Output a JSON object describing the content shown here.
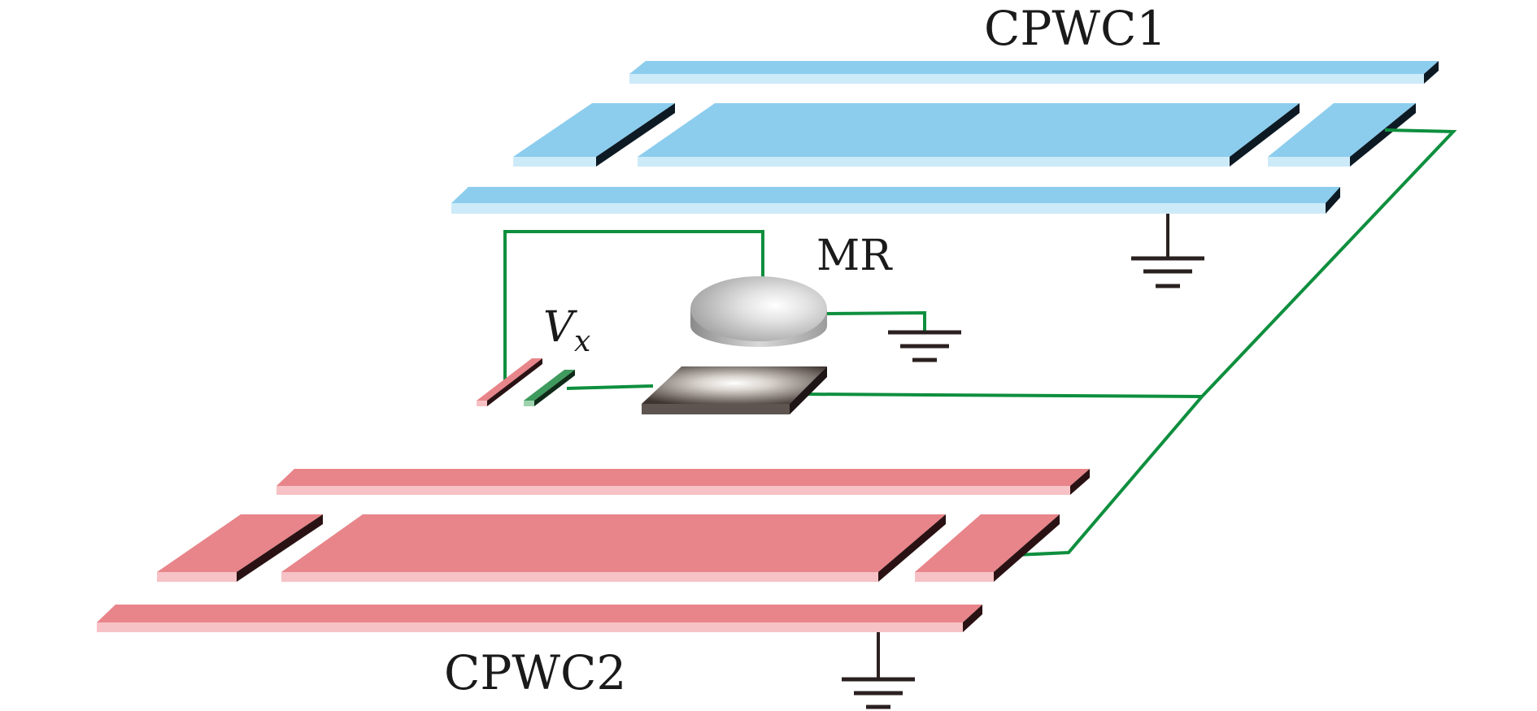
{
  "labels": {
    "top_coplanar_waveguide": "CPWC1",
    "bottom_coplanar_waveguide": "CPWC2",
    "resonator": "MR",
    "voltage_symbol": "V",
    "voltage_subscript": "x"
  },
  "colors": {
    "cpwc1_top": "#8ccdee",
    "cpwc1_front": "#cdeaf8",
    "cpwc1_edge": "#0d1a24",
    "cpwc2_top": "#e8858a",
    "cpwc2_front": "#f7c2c5",
    "cpwc2_edge": "#2a1214",
    "wire": "#0e8f3e",
    "ground": "#2b2020",
    "disk": "#c8c8c8",
    "plate": "#5e5450",
    "probe_red": "#e8858a",
    "probe_green": "#3f9a5e"
  }
}
